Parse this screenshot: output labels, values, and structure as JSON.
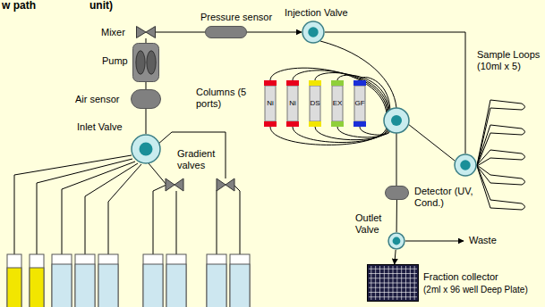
{
  "diagram": {
    "nodes": [
      {
        "text": [
          "Mixer"
        ]
      },
      {
        "text": [
          "Pressure sensor"
        ]
      },
      {
        "text": [
          "Injection Valve"
        ]
      },
      {
        "text": [
          "Pump"
        ]
      },
      {
        "text": [
          "Air sensor"
        ]
      },
      {
        "text": [
          "Ni"
        ]
      },
      {
        "text": [
          "Ni"
        ]
      },
      {
        "text": [
          "DS"
        ]
      },
      {
        "text": [
          "EX"
        ]
      },
      {
        "text": [
          "GF"
        ]
      },
      {
        "text": [
          "Inlet Valve"
        ]
      },
      {
        "text": [
          "Sample Loops (10ml x 5)"
        ]
      },
      {
        "text": [
          "Detector (UV, Cond.)"
        ]
      },
      {
        "text": [
          "Outlet Valve"
        ]
      },
      {
        "text": [
          "Fraction collector",
          "(2ml x 96 well Deep Plate)"
        ]
      }
    ],
    "edges": [
      {
        "from": 0,
        "to": 1,
        "arrow": "none"
      },
      {
        "from": 1,
        "to": 2,
        "arrow": "to"
      },
      {
        "from": 3,
        "to": 0,
        "arrow": "none"
      },
      {
        "from": 4,
        "to": 3,
        "arrow": "none"
      },
      {
        "from": 10,
        "to": 4,
        "arrow": "none"
      },
      {
        "from": 2,
        "to": 11,
        "arrow": "none"
      },
      {
        "from": 12,
        "to": 13,
        "arrow": "none"
      },
      {
        "from": 13,
        "to": 14,
        "arrow": "to"
      }
    ],
    "labels": [
      "w path",
      "unit)",
      "Columns (5 ports)",
      "Gradient valves",
      "Waste"
    ]
  }
}
